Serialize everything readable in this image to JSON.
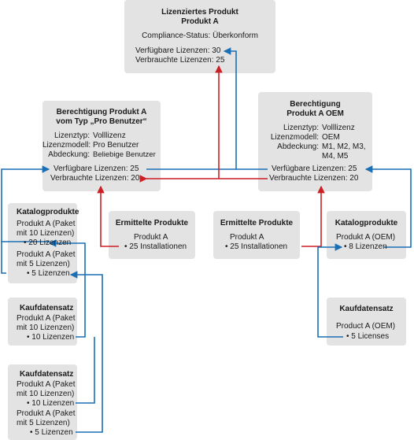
{
  "licensed_product": {
    "title": "Lizenziertes Produkt",
    "name": "Produkt A",
    "compliance": "Compliance-Status: Überkonform",
    "available": "Verfügbare Lizenzen: 30",
    "consumed": "Verbrauchte Lizenzen: 25"
  },
  "entitlement_a": {
    "title_1": "Berechtigung Produkt A",
    "title_2": "vom Typ „Pro Benutzer“",
    "type_label": "Lizenztyp:",
    "type_value": "Volllizenz",
    "model_label": "Lizenzmodell:",
    "model_value": "Pro Benutzer",
    "coverage_label": "Abdeckung:",
    "coverage_value": "Beliebige Benutzer",
    "available": "Verfügbare Lizenzen: 25",
    "consumed": "Verbrauchte Lizenzen: 20"
  },
  "entitlement_oem": {
    "title_1": "Berechtigung",
    "title_2": "Produkt A OEM",
    "type_label": "Lizenztyp:",
    "type_value": "Volllizenz",
    "model_label": "Lizenzmodell:",
    "model_value": "OEM",
    "coverage_label": "Abdeckung:",
    "coverage_value_1": "M1, M2, M3,",
    "coverage_value_2": "M4, M5",
    "available": "Verfügbare Lizenzen: 25",
    "consumed": "Verbrauchte Lizenzen: 20"
  },
  "catalog_left": {
    "title": "Katalogprodukte",
    "item1_line1": "Produkt A (Paket",
    "item1_line2": "mit 10 Lizenzen)",
    "item1_count": "• 20 Lizenzen",
    "item2_line1": "Produkt A (Paket",
    "item2_line2": "mit 5 Lizenzen)",
    "item2_count": "• 5 Lizenzen"
  },
  "discovered_left": {
    "title": "Ermittelte Produkte",
    "product": "Produkt A",
    "count": "• 25 Installationen"
  },
  "discovered_right": {
    "title": "Ermittelte Produkte",
    "product": "Produkt A",
    "count": "• 25 Installationen"
  },
  "catalog_right": {
    "title": "Katalogprodukte",
    "product": "Produkt A (OEM)",
    "count": "• 8 Lizenzen"
  },
  "purchase_1": {
    "title": "Kaufdatensatz",
    "line1": "Produkt A (Paket",
    "line2": "mit 10 Lizenzen)",
    "count": "• 10 Lizenzen"
  },
  "purchase_2": {
    "title": "Kaufdatensatz",
    "item1_line1": "Produkt A (Paket",
    "item1_line2": "mit 10 Lizenzen)",
    "item1_count": "• 10 Lizenzen",
    "item2_line1": "Produkt A (Paket",
    "item2_line2": "mit 5 Lizenzen)",
    "item2_count": "• 5 Lizenzen"
  },
  "purchase_oem": {
    "title": "Kaufdatensatz",
    "product": "Product A (OEM)",
    "count": "• 5 Licenses"
  },
  "colors": {
    "box": "#e3e3e3",
    "blue": "#1a6fb5",
    "red": "#cc1f26"
  }
}
